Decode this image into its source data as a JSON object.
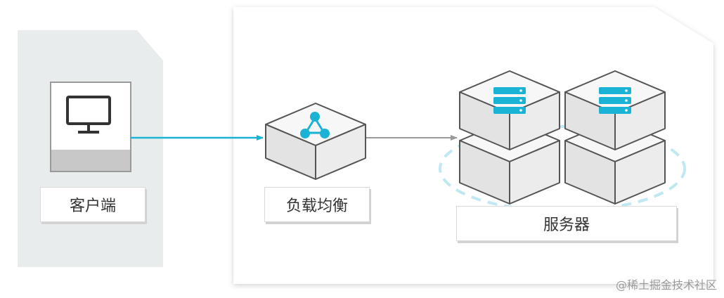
{
  "diagram": {
    "nodes": {
      "client": {
        "label": "客户端",
        "icon": "monitor-icon"
      },
      "load_balancer": {
        "label": "负载均衡",
        "icon": "network-nodes-icon"
      },
      "servers": {
        "label": "服务器",
        "icon": "server-stack-icon"
      }
    },
    "edges": [
      {
        "from": "client",
        "to": "load_balancer",
        "color": "#1ab3d6"
      },
      {
        "from": "load_balancer",
        "to": "servers",
        "color": "#999999"
      }
    ],
    "colors": {
      "accent": "#1ab3d6",
      "client_panel": "#e9ecec",
      "server_panel": "#ffffff",
      "cube_top": "#f7f7f7",
      "cube_side": "#e2e2e2"
    }
  },
  "watermark": "@稀土掘金技术社区"
}
